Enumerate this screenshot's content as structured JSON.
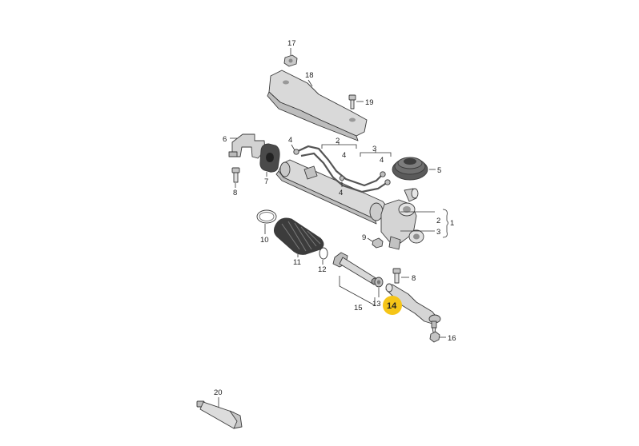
{
  "callouts": {
    "c17": "17",
    "c18": "18",
    "c19": "19",
    "c6": "6",
    "c7": "7",
    "c8a": "8",
    "c4a": "4",
    "c2": "2",
    "c4b": "4",
    "c3": "3",
    "c4c": "4",
    "c4d": "4",
    "c5": "5",
    "c2b": "2",
    "c3b": "3",
    "c1": "1",
    "c10": "10",
    "c11": "11",
    "c12": "12",
    "c9": "9",
    "c8b": "8",
    "c13": "13",
    "c14": "14",
    "c15": "15",
    "c16": "16",
    "c20": "20"
  },
  "highlight": {
    "part": "14",
    "color": "#f5c518"
  },
  "colors": {
    "part_fill": "#d6d6d6",
    "part_dark": "#a9a9a9",
    "line": "#333333"
  }
}
